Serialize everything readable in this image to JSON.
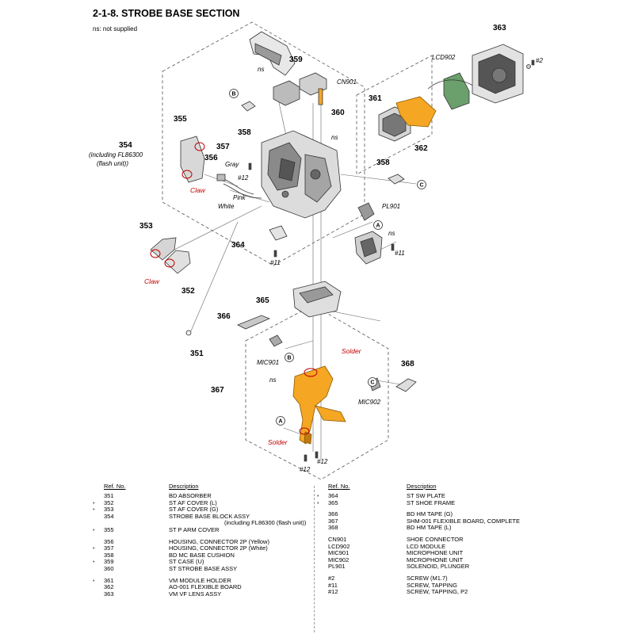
{
  "header": {
    "title": "2-1-8. STROBE BASE SECTION",
    "note": "ns: not supplied"
  },
  "colors": {
    "highlight_part": "#f5a623",
    "annotation_red": "#c00000",
    "outline": "#333333"
  },
  "diagram_labels": {
    "p351": "351",
    "p352": "352",
    "p353": "353",
    "p354": "354",
    "p355": "355",
    "p356": "356",
    "p357": "357",
    "p358a": "358",
    "p358b": "358",
    "p359": "359",
    "p360": "360",
    "p361": "361",
    "p362": "362",
    "p363": "363",
    "p364": "364",
    "p365": "365",
    "p366": "366",
    "p367": "367",
    "p368": "368",
    "p354_note1": "(including FL86300",
    "p354_note2": "(flash unit))",
    "cn901": "CN901",
    "lcd902": "LCD902",
    "pl901": "PL901",
    "mic901": "MIC901",
    "mic902": "MIC902",
    "ns1": "ns",
    "ns2": "ns",
    "ns3": "ns",
    "ns4": "ns",
    "gray": "Gray",
    "pink": "Pink",
    "white": "White",
    "claw1": "Claw",
    "claw2": "Claw",
    "solder1": "Solder",
    "solder2": "Solder",
    "s2": "#2",
    "s12a": "#12",
    "s11a": "#11",
    "s11b": "#11",
    "s12b": "#12",
    "s12c": "#12",
    "A1": "A",
    "A2": "A",
    "B1": "B",
    "B2": "B",
    "C1": "C",
    "C2": "C"
  },
  "parts_table": {
    "headers": {
      "ref": "Ref. No.",
      "desc": "Description"
    },
    "left": [
      {
        "ref": "351",
        "desc": "BD ABSORBER",
        "mark": ""
      },
      {
        "ref": "352",
        "desc": "ST AF COVER (L)",
        "mark": "•"
      },
      {
        "ref": "353",
        "desc": "ST AF COVER (G)",
        "mark": "•"
      },
      {
        "ref": "354",
        "desc": "STROBE BASE BLOCK ASSY",
        "mark": ""
      },
      {
        "ref": "",
        "desc": "(including FL86300 (flash unit))",
        "mark": "",
        "sub": true
      },
      {
        "ref": "355",
        "desc": "ST P ARM COVER",
        "mark": "•"
      },
      {
        "gap": true
      },
      {
        "ref": "356",
        "desc": "HOUSING, CONNECTOR 2P (Yellow)",
        "mark": ""
      },
      {
        "ref": "357",
        "desc": "HOUSING, CONNECTOR 2P (White)",
        "mark": "•"
      },
      {
        "ref": "358",
        "desc": "BD MC BASE CUSHION",
        "mark": ""
      },
      {
        "ref": "359",
        "desc": "ST CASE (U)",
        "mark": "•"
      },
      {
        "ref": "360",
        "desc": "ST STROBE BASE ASSY",
        "mark": ""
      },
      {
        "gap": true
      },
      {
        "ref": "361",
        "desc": "VM MODULE HOLDER",
        "mark": "•"
      },
      {
        "ref": "362",
        "desc": "AO-001 FLEXIBLE BOARD",
        "mark": ""
      },
      {
        "ref": "363",
        "desc": "VM VF LENS ASSY",
        "mark": ""
      }
    ],
    "right": [
      {
        "ref": "364",
        "desc": "ST SW PLATE",
        "mark": "•"
      },
      {
        "ref": "365",
        "desc": "ST SHOE FRAME",
        "mark": "•"
      },
      {
        "gap": true
      },
      {
        "ref": "366",
        "desc": "BD HM TAPE (G)",
        "mark": ""
      },
      {
        "ref": "367",
        "desc": "SHM-001 FLEXIBLE BOARD, COMPLETE",
        "mark": ""
      },
      {
        "ref": "368",
        "desc": "BD HM TAPE (L)",
        "mark": ""
      },
      {
        "gap": true
      },
      {
        "ref": "CN901",
        "desc": "SHOE CONNECTOR",
        "mark": ""
      },
      {
        "ref": "LCD902",
        "desc": "LCD MODULE",
        "mark": ""
      },
      {
        "ref": "MIC901",
        "desc": "MICROPHONE UNIT",
        "mark": ""
      },
      {
        "ref": "MIC902",
        "desc": "MICROPHONE UNIT",
        "mark": ""
      },
      {
        "ref": "PL901",
        "desc": "SOLENOID, PLUNGER",
        "mark": ""
      },
      {
        "gap": true
      },
      {
        "ref": "#2",
        "desc": "SCREW (M1.7)",
        "mark": ""
      },
      {
        "ref": "#11",
        "desc": "SCREW, TAPPING",
        "mark": ""
      },
      {
        "ref": "#12",
        "desc": "SCREW, TAPPING, P2",
        "mark": ""
      }
    ]
  }
}
